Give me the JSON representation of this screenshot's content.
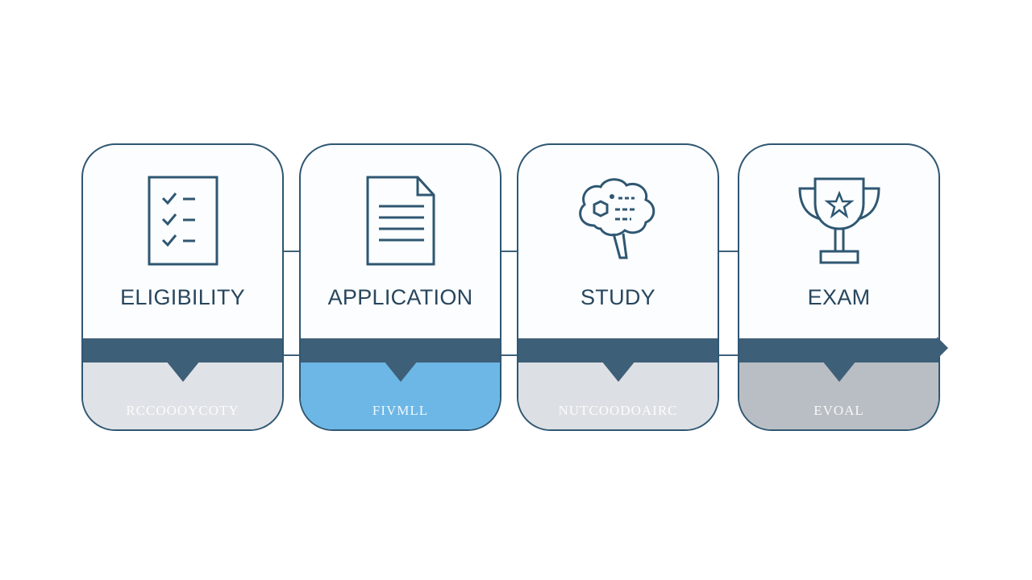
{
  "steps": [
    {
      "title": "ELIGIBILITY",
      "subtitle": "RCCOOOYCOTY",
      "icon": "checklist-icon",
      "fill": "#dfe2e6"
    },
    {
      "title": "APPLICATION",
      "subtitle": "FIVMLL",
      "icon": "document-icon",
      "fill": "#6cb7e6"
    },
    {
      "title": "STUDY",
      "subtitle": "NUTCOODOAIRC",
      "icon": "brain-icon",
      "fill": "#dcdfe3"
    },
    {
      "title": "EXAM",
      "subtitle": "EVOAL",
      "icon": "trophy-icon",
      "fill": "#b9bec4"
    }
  ],
  "colors": {
    "stroke": "#2f5772",
    "band": "#3e5f78",
    "text": "#28465d"
  }
}
